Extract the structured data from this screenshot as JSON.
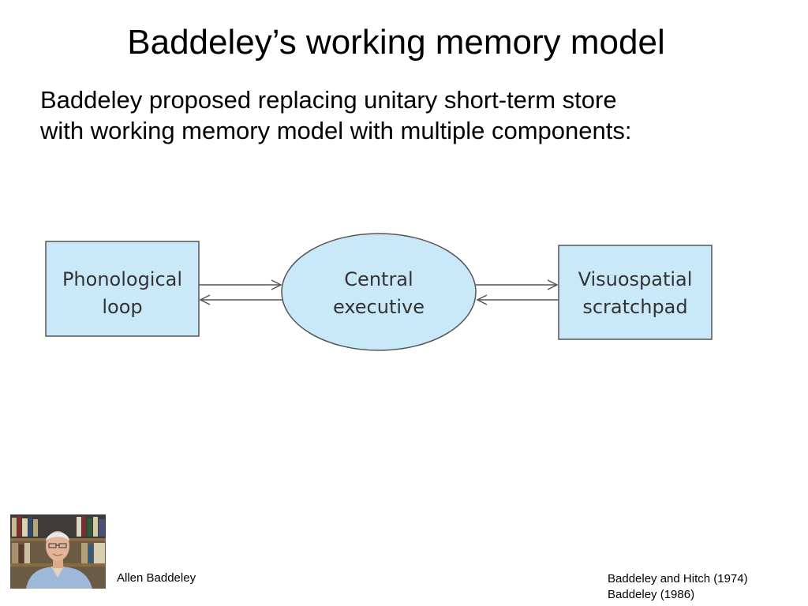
{
  "slide": {
    "title": "Baddeley’s working memory model",
    "intro_lines": [
      "Baddeley proposed replacing unitary short-term store",
      "with working memory model with multiple components:"
    ]
  },
  "diagram": {
    "phonological_loop": {
      "line1": "Phonological",
      "line2": "loop"
    },
    "central_executive": {
      "line1": "Central",
      "line2": "executive"
    },
    "visuospatial_scratchpad": {
      "line1": "Visuospatial",
      "line2": "scratchpad"
    },
    "fill_color": "#c9e9f8",
    "stroke_color": "#555555"
  },
  "footer": {
    "photo_caption": "Allen Baddeley",
    "references": [
      "Baddeley and Hitch (1974)",
      "Baddeley (1986)"
    ]
  }
}
